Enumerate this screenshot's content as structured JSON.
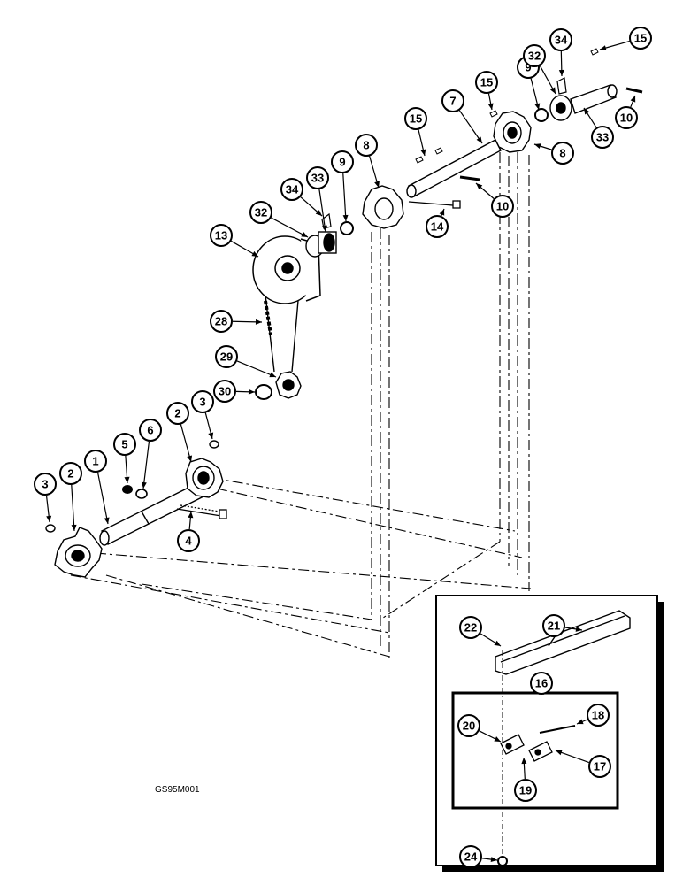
{
  "figure": {
    "drawing_code": "GS95M001"
  },
  "callouts": [
    {
      "id": "c1",
      "label": "1"
    },
    {
      "id": "c2a",
      "label": "2"
    },
    {
      "id": "c2b",
      "label": "2"
    },
    {
      "id": "c3a",
      "label": "3"
    },
    {
      "id": "c3b",
      "label": "3"
    },
    {
      "id": "c4",
      "label": "4"
    },
    {
      "id": "c5",
      "label": "5"
    },
    {
      "id": "c6",
      "label": "6"
    },
    {
      "id": "c7",
      "label": "7"
    },
    {
      "id": "c8a",
      "label": "8"
    },
    {
      "id": "c8b",
      "label": "8"
    },
    {
      "id": "c9a",
      "label": "9"
    },
    {
      "id": "c9b",
      "label": "9"
    },
    {
      "id": "c10a",
      "label": "10"
    },
    {
      "id": "c10b",
      "label": "10"
    },
    {
      "id": "c13",
      "label": "13"
    },
    {
      "id": "c14",
      "label": "14"
    },
    {
      "id": "c15a",
      "label": "15"
    },
    {
      "id": "c15b",
      "label": "15"
    },
    {
      "id": "c15c",
      "label": "15"
    },
    {
      "id": "c16",
      "label": "16"
    },
    {
      "id": "c17",
      "label": "17"
    },
    {
      "id": "c18",
      "label": "18"
    },
    {
      "id": "c19",
      "label": "19"
    },
    {
      "id": "c20",
      "label": "20"
    },
    {
      "id": "c21",
      "label": "21"
    },
    {
      "id": "c22",
      "label": "22"
    },
    {
      "id": "c24",
      "label": "24"
    },
    {
      "id": "c28",
      "label": "28"
    },
    {
      "id": "c29",
      "label": "29"
    },
    {
      "id": "c30",
      "label": "30"
    },
    {
      "id": "c32a",
      "label": "32"
    },
    {
      "id": "c32b",
      "label": "32"
    },
    {
      "id": "c33a",
      "label": "33"
    },
    {
      "id": "c33b",
      "label": "33"
    },
    {
      "id": "c34a",
      "label": "34"
    },
    {
      "id": "c34b",
      "label": "34"
    }
  ]
}
